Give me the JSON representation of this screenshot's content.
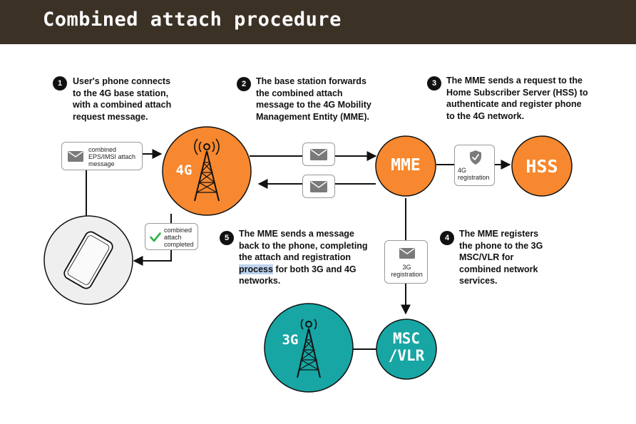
{
  "title": "Combined attach procedure",
  "colors": {
    "header_bg": "#3b3125",
    "orange": "#f7882f",
    "teal": "#17a6a4",
    "phone_bg": "#efefef",
    "check": "#2eb24b",
    "highlight": "#bcd3ef"
  },
  "nodes": {
    "n4g": "4G",
    "mme": "MME",
    "hss": "HSS",
    "n3g": "3G",
    "msc_1": "MSC",
    "msc_2": "/VLR"
  },
  "steps": [
    {
      "num": "1",
      "lines": [
        "User's phone connects",
        "to the 4G base station,",
        "with a combined attach",
        "request message."
      ]
    },
    {
      "num": "2",
      "lines": [
        "The base station forwards",
        "the combined attach",
        "message to the 4G Mobility",
        "Management Entity (MME)."
      ]
    },
    {
      "num": "3",
      "lines": [
        "The MME sends a request to the",
        "Home Subscriber Server (HSS) to",
        "authenticate and register  phone",
        "to the 4G network."
      ]
    },
    {
      "num": "4",
      "lines": [
        "The MME registers",
        "the phone to the 3G",
        "MSC/VLR for",
        "combined network",
        "services."
      ]
    },
    {
      "num": "5",
      "lines": [
        "The MME sends a message",
        "back to the phone, completing",
        "the attach and registration"
      ],
      "line4_highlight": "process",
      "line4_rest": " for both 3G and 4G",
      "line5": "networks."
    }
  ],
  "boxes": {
    "attach_request": [
      "combined",
      "EPS/IMSI attach",
      "message"
    ],
    "attach_completed": [
      "combined",
      "attach",
      "completed"
    ],
    "reg_4g": [
      "4G",
      "registration"
    ],
    "reg_3g": [
      "3G",
      "registration"
    ]
  },
  "icons": {
    "envelope": "envelope-icon",
    "check": "checkmark-icon",
    "shield": "shield-check-icon",
    "tower": "cell-tower-icon",
    "phone": "smartphone-icon"
  }
}
